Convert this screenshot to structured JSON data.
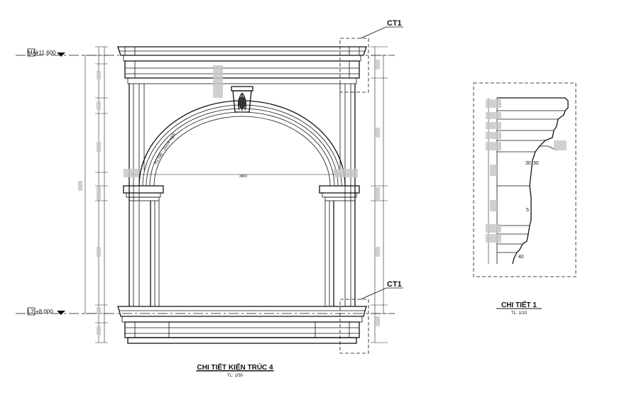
{
  "levels": {
    "top": {
      "code": "MÁI",
      "value": "+11.600"
    },
    "bottom": {
      "code": "L2",
      "value": "+8.000"
    }
  },
  "callouts": {
    "top": "CT1",
    "bottom": "CT1"
  },
  "arch": {
    "span_label": "3400",
    "arc_label": "R1700 - 2x1/4 ngói"
  },
  "detail_dims": {
    "thirty_a": "30",
    "thirty_b": "30",
    "five": "5",
    "forty": "40"
  },
  "titles": {
    "main": {
      "name": "CHI TIẾT KIẾN TRÚC 4",
      "scale": "TL: 1/50"
    },
    "detail": {
      "name": "CHI TIẾT 1",
      "scale": "TL: 1/10"
    }
  }
}
